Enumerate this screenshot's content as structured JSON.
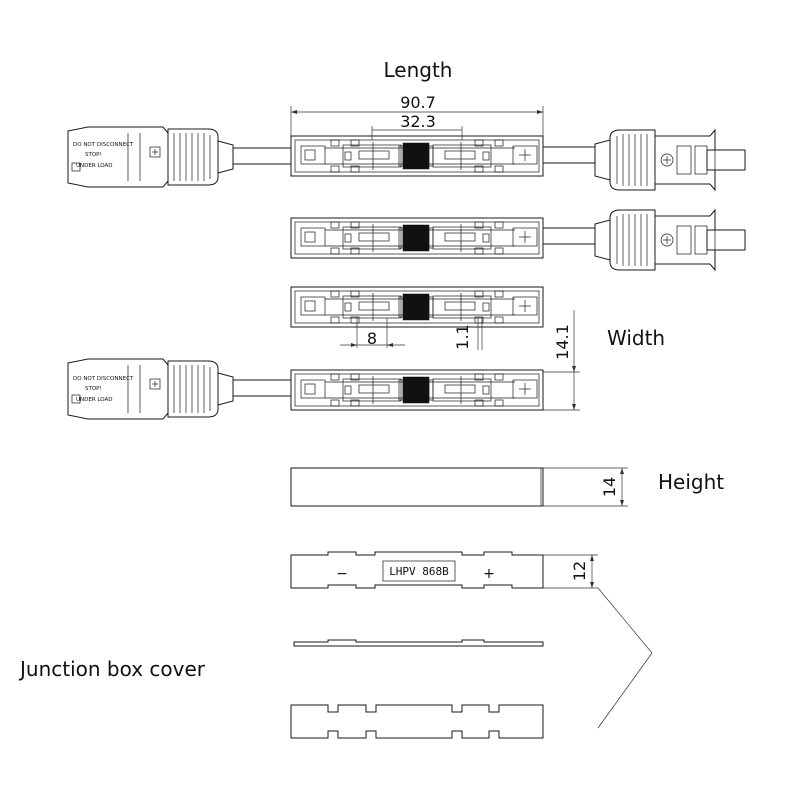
{
  "labels": {
    "length": "Length",
    "width": "Width",
    "height": "Height",
    "cover": "Junction box cover"
  },
  "dimensions": {
    "total_length": "90.7",
    "center_length": "32.3",
    "slot": "8",
    "gap": "1.1",
    "width": "14.1",
    "height": "14",
    "cover_height": "12"
  },
  "connector_text": {
    "line1": "DO NOT DISCONNECT",
    "line2": "UNDER LOAD",
    "stop": "STOP!"
  },
  "cover_marking": "LHPV 868B",
  "polarity": {
    "minus": "−",
    "plus": "+"
  }
}
